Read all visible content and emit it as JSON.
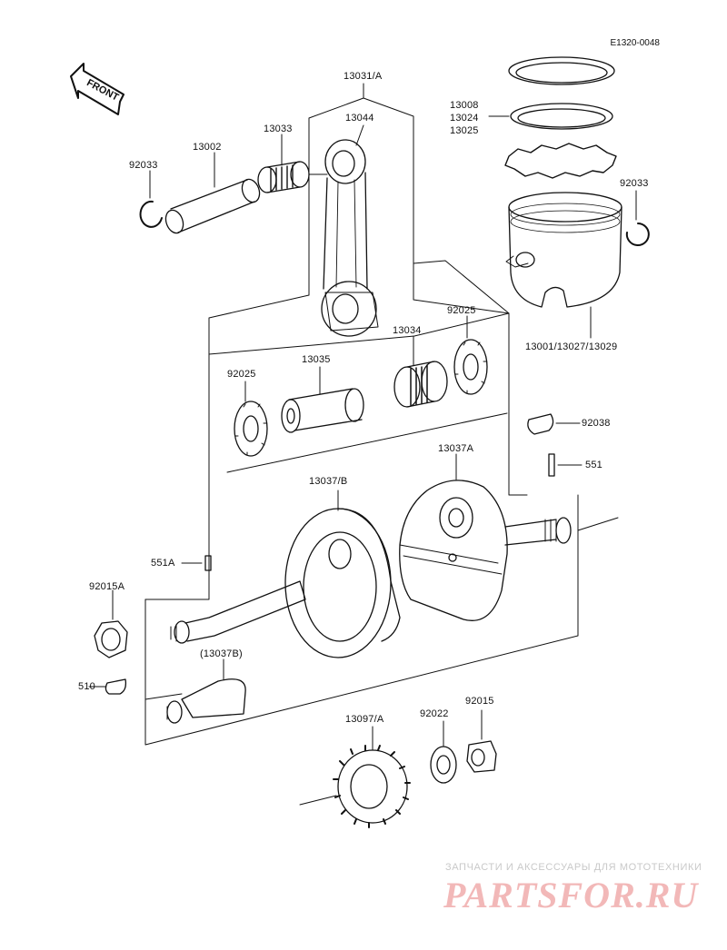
{
  "diagram_code": "E1320-0048",
  "front_label": "FRONT",
  "labels": {
    "l13031A": "13031/A",
    "l13044": "13044",
    "l13033": "13033",
    "l13002": "13002",
    "l92033_left": "92033",
    "l13008": "13008",
    "l13024": "13024",
    "l13025": "13025",
    "l92033_right": "92033",
    "l13001": "13001/13027/13029",
    "l13034": "13034",
    "l92025_right": "92025",
    "l92025_left": "92025",
    "l13035": "13035",
    "l92038": "92038",
    "l551": "551",
    "l13037A": "13037A",
    "l13037B": "13037/B",
    "l551A": "551A",
    "l92015A": "92015A",
    "l13037B_paren": "(13037B)",
    "l510": "510",
    "l13097A": "13097/A",
    "l92022": "92022",
    "l92015": "92015"
  },
  "watermark": {
    "tagline": "ЗАПЧАСТИ И АКСЕССУАРЫ ДЛЯ МОТОТЕХНИКИ",
    "brand": "PARTSFOR.RU"
  }
}
